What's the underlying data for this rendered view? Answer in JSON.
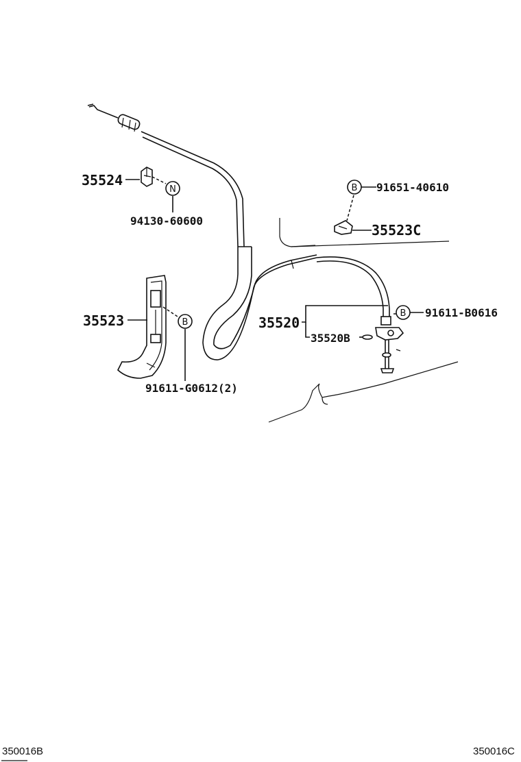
{
  "parts": {
    "p35524": "35524",
    "p94130": "94130-60600",
    "p91651": "91651-40610",
    "p35523c": "35523C",
    "p35523": "35523",
    "p35520": "35520",
    "p35520b": "35520B",
    "p91611b": "91611-B0616",
    "p91611g": "91611-G0612(2)"
  },
  "markers": {
    "n": "N",
    "b": "B"
  },
  "footer": {
    "left_code": "350016B",
    "right_code": "350016C"
  }
}
